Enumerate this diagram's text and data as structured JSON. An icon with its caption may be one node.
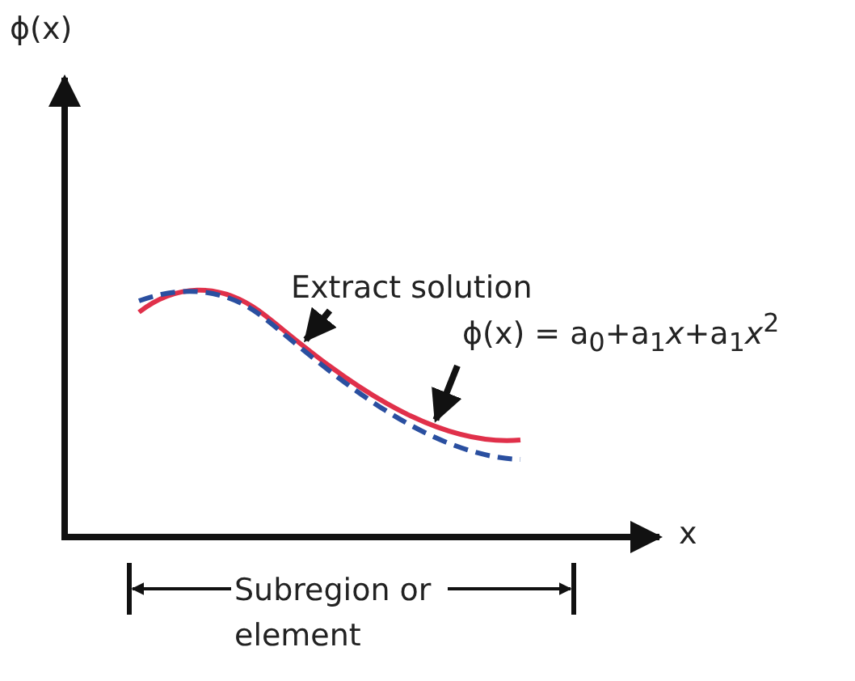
{
  "diagram": {
    "nodes": [
      {
        "text": [
          "Extract solution"
        ]
      },
      {
        "text": [
          "ϕ(x) = a$_{0}$+a$_{1}$*x*+a$_{1}$*x*$^{2}$"
        ]
      },
      {
        "text": [],
        "shape": "curve"
      }
    ],
    "edges": [
      {
        "from": 0,
        "to": 2,
        "arrow": "to"
      },
      {
        "from": 1,
        "to": 2,
        "arrow": "to"
      }
    ],
    "labels": [
      "ϕ(x)",
      "x",
      "Subregion or element"
    ]
  }
}
